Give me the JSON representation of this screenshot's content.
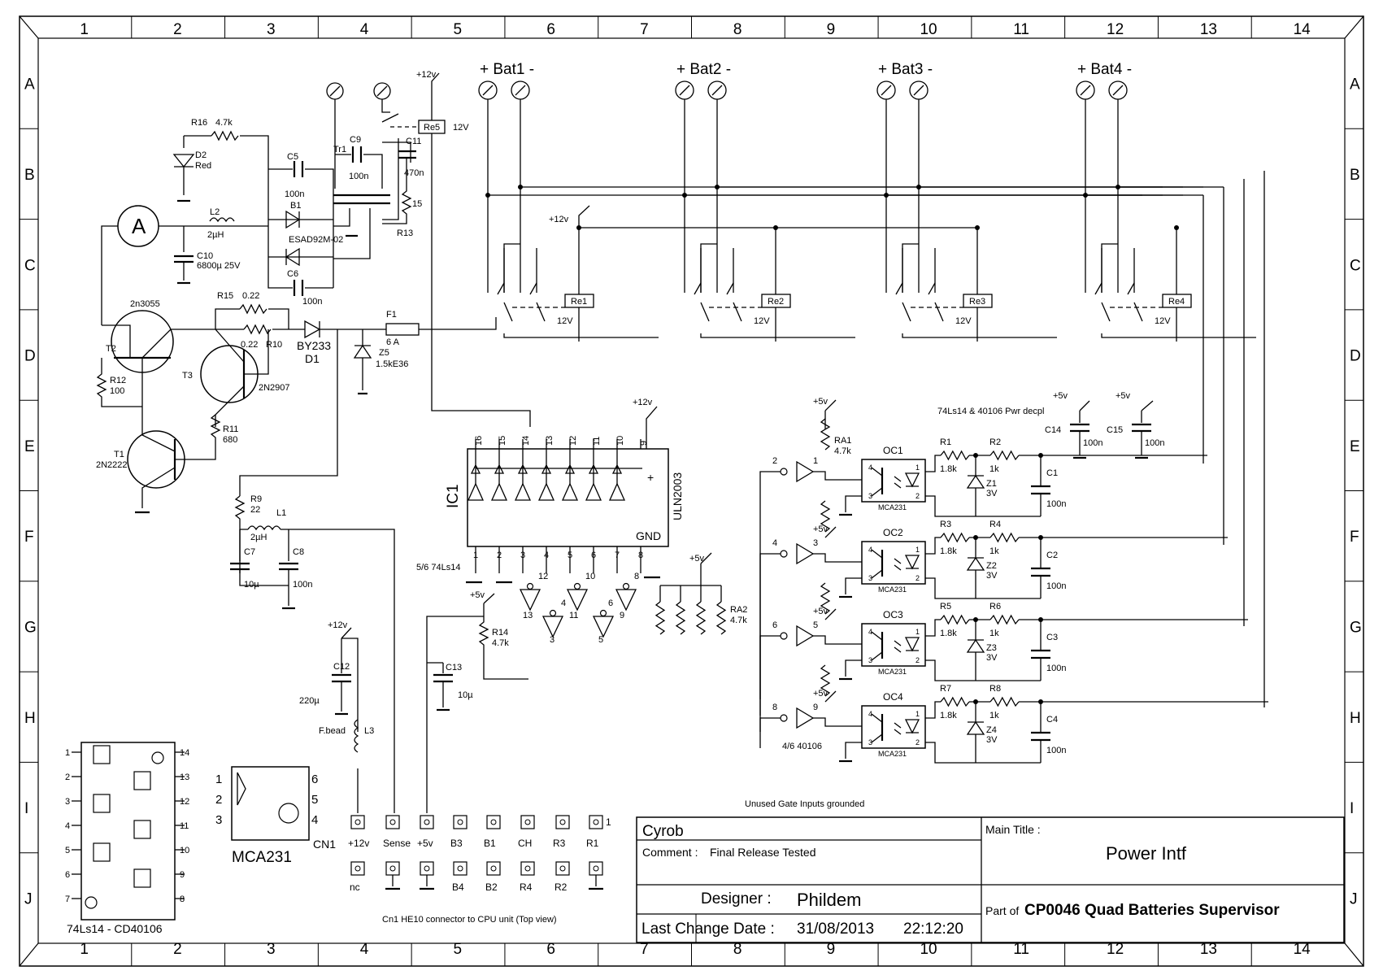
{
  "frame": {
    "columns": [
      "1",
      "2",
      "3",
      "4",
      "5",
      "6",
      "7",
      "8",
      "9",
      "10",
      "11",
      "12",
      "13",
      "14"
    ],
    "rows": [
      "A",
      "B",
      "C",
      "D",
      "E",
      "F",
      "G",
      "H",
      "I",
      "J"
    ]
  },
  "batteries": [
    {
      "label": "+ Bat1 -",
      "relay": "Re1",
      "voltage": "12V"
    },
    {
      "label": "+ Bat2 -",
      "relay": "Re2",
      "voltage": "12V"
    },
    {
      "label": "+ Bat3 -",
      "relay": "Re3",
      "voltage": "12V"
    },
    {
      "label": "+ Bat4 -",
      "relay": "Re4",
      "voltage": "12V"
    }
  ],
  "power_section": {
    "r16": "R16",
    "r16_val": "4.7k",
    "d2": "D2",
    "d2_val": "Red",
    "l2": "L2",
    "l2_val": "2µH",
    "c10": "C10",
    "c10_val": "6800µ 25V",
    "c5": "C5",
    "c5_val": "100n",
    "c6": "C6",
    "c6_val": "100n",
    "b1": "B1",
    "b1_val": "ESAD92M-02",
    "tr1": "Tr1",
    "c9": "C9",
    "c9_val": "100n",
    "c11": "C11",
    "c11_val": "470n",
    "r13": "R13",
    "r13_val": "15",
    "re5": "Re5",
    "re5_val": "12V",
    "plus12": "+12v",
    "t2": "T2",
    "t2_val": "2n3055",
    "r15": "R15",
    "r15_val": "0.22",
    "r10": "R10",
    "r10_val": "0.22",
    "t3": "T3",
    "t3_val": "2N2907",
    "d1": "D1",
    "d1_val": "BY233",
    "f1": "F1",
    "f1_val": "6 A",
    "z5": "Z5",
    "z5_val": "1.5kE36",
    "r12": "R12",
    "r12_val": "100",
    "r11": "R11",
    "r11_val": "680",
    "t1": "T1",
    "t1_val": "2N2222",
    "r9": "R9",
    "r9_val": "22",
    "l1": "L1",
    "l1_val": "2µH",
    "c7": "C7",
    "c7_val": "10µ",
    "c8": "C8",
    "c8_val": "100n",
    "ammeter": "A"
  },
  "ic1": {
    "name": "IC1",
    "part": "ULN2003",
    "gnd": "GND",
    "plus": "+",
    "top_pins": [
      "16",
      "15",
      "14",
      "13",
      "12",
      "11",
      "10",
      "9"
    ],
    "bottom_pins": [
      "1",
      "2",
      "3",
      "4",
      "5",
      "6",
      "7",
      "8"
    ],
    "supply": "+12v",
    "inverters_label": "5/6 74Ls14",
    "gate_pins": [
      "12",
      "13",
      "10",
      "11",
      "8",
      "9",
      "4",
      "3",
      "6",
      "5"
    ]
  },
  "opto_section": {
    "ra1": "RA1",
    "ra1_val": "4.7k",
    "ra2": "RA2",
    "ra2_val": "4.7k",
    "r14": "R14",
    "r14_val": "4.7k",
    "plus5": "+5v",
    "decoupling": "74Ls14 & 40106 Pwr decpl",
    "c14": "C14",
    "c14_val": "100n",
    "c15": "C15",
    "c15_val": "100n",
    "gates_label": "4/6 40106",
    "unused": "Unused Gate Inputs grounded",
    "optos": [
      {
        "oc": "OC1",
        "r_a": "R1",
        "r_a_val": "1.8k",
        "r_b": "R2",
        "r_b_val": "1k",
        "z": "Z1",
        "z_val": "3V",
        "c": "C1",
        "c_val": "100n",
        "part": "MCA231",
        "gate_in": "2",
        "gate_out": "1"
      },
      {
        "oc": "OC2",
        "r_a": "R3",
        "r_a_val": "1.8k",
        "r_b": "R4",
        "r_b_val": "1k",
        "z": "Z2",
        "z_val": "3V",
        "c": "C2",
        "c_val": "100n",
        "part": "MCA231",
        "gate_in": "4",
        "gate_out": "3"
      },
      {
        "oc": "OC3",
        "r_a": "R5",
        "r_a_val": "1.8k",
        "r_b": "R6",
        "r_b_val": "1k",
        "z": "Z3",
        "z_val": "3V",
        "c": "C3",
        "c_val": "100n",
        "part": "MCA231",
        "gate_in": "6",
        "gate_out": "5"
      },
      {
        "oc": "OC4",
        "r_a": "R7",
        "r_a_val": "1.8k",
        "r_b": "R8",
        "r_b_val": "1k",
        "z": "Z4",
        "z_val": "3V",
        "c": "C4",
        "c_val": "100n",
        "part": "MCA231",
        "gate_in": "8",
        "gate_out": "9"
      }
    ]
  },
  "bottom_left": {
    "c12": "C12",
    "c12_val": "220µ",
    "c13": "C13",
    "c13_val": "10µ",
    "l3": "L3",
    "l3_val": "F.bead",
    "plus12": "+12v",
    "pinout_title": "74Ls14 - CD40106",
    "pinout_left": [
      "1",
      "2",
      "3",
      "4",
      "5",
      "6",
      "7"
    ],
    "pinout_right": [
      "14",
      "13",
      "12",
      "11",
      "10",
      "9",
      "8"
    ],
    "mca_title": "MCA231",
    "mca_left": [
      "1",
      "2",
      "3"
    ],
    "mca_right": [
      "6",
      "5",
      "4"
    ]
  },
  "connector": {
    "name": "CN1",
    "top_row": [
      "+12v",
      "Sense",
      "+5v",
      "B3",
      "B1",
      "CH",
      "R3",
      "R1"
    ],
    "bottom_row": [
      "nc",
      "",
      "",
      "B4",
      "B2",
      "R4",
      "R2",
      ""
    ],
    "pin1": "1",
    "caption": "Cn1 HE10 connector to CPU unit (Top view)"
  },
  "title_block": {
    "company": "Cyrob",
    "comment_label": "Comment :",
    "comment": "Final Release Tested",
    "designer_label": "Designer :",
    "designer": "Phildem",
    "date_label": "Last Change Date :",
    "date": "31/08/2013",
    "time": "22:12:20",
    "main_title_label": "Main Title :",
    "main_title": "Power Intf",
    "part_of_label": "Part of",
    "part_of": "CP0046 Quad Batteries Supervisor"
  }
}
